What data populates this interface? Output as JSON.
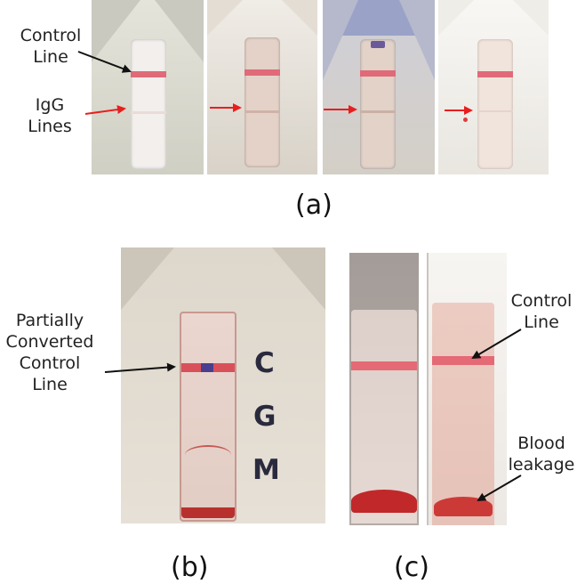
{
  "labels": {
    "control_line": "Control\nLine",
    "igg_lines": "IgG\nLines",
    "partially_converted": "Partially\nConverted\nControl\nLine",
    "control_line_c": "Control\nLine",
    "blood_leakage": "Blood\nleakage"
  },
  "captions": {
    "a": "(a)",
    "b": "(b)",
    "c": "(c)"
  },
  "cassette_letters": [
    "C",
    "G",
    "M"
  ],
  "colors": {
    "control_line": "#e06a78",
    "arrow_black": "#111111",
    "arrow_red": "#e81e1e",
    "blood": "#c0282a"
  }
}
